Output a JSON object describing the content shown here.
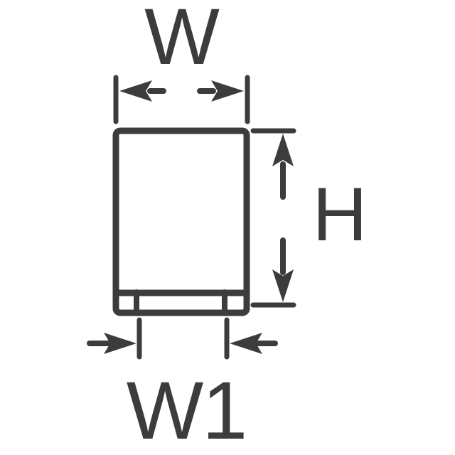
{
  "colors": {
    "line": "#3c3c3e",
    "background": "#ffffff"
  },
  "labels": {
    "w": "W",
    "h": "H",
    "w1": "W1"
  }
}
